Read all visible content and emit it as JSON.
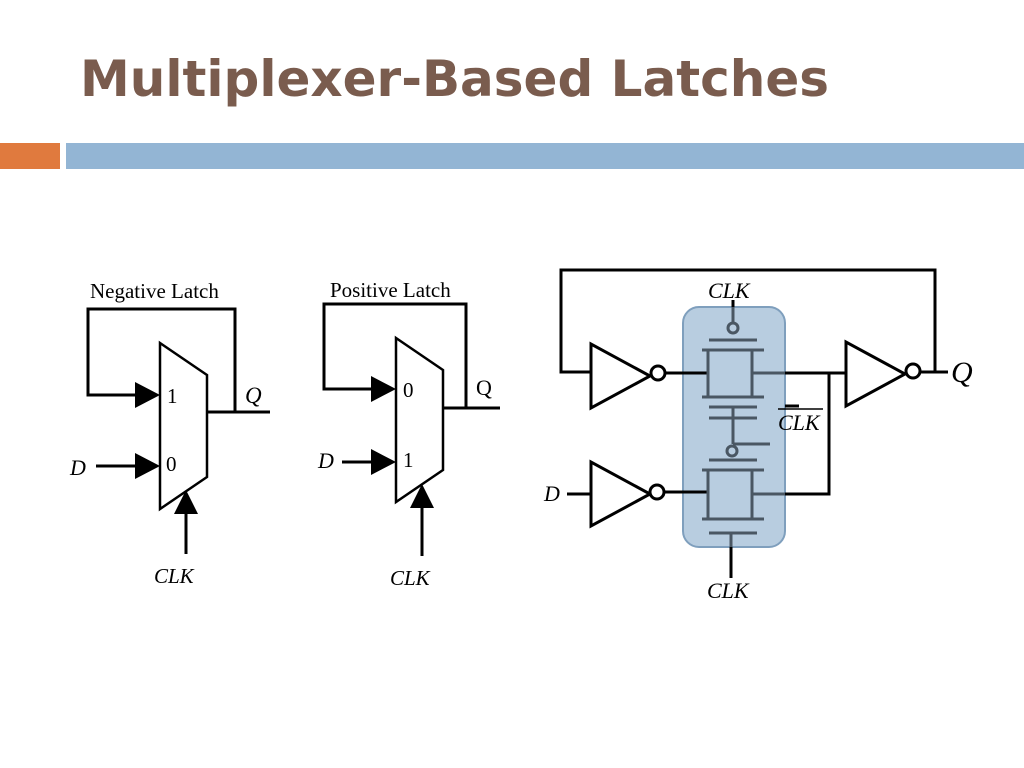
{
  "slide": {
    "title": "Multiplexer-Based Latches"
  },
  "colors": {
    "title": "#7a5c4e",
    "accent_orange": "#e07a3e",
    "accent_blue": "#93b5d4",
    "highlight_fill": "#b8cde0",
    "highlight_stroke": "#7f9fbd",
    "transistor": "#4a5763"
  },
  "negative_latch": {
    "title": "Negative Latch",
    "input_top": "1",
    "input_bottom": "0",
    "d": "D",
    "q": "Q",
    "clk": "CLK"
  },
  "positive_latch": {
    "title": "Positive Latch",
    "input_top": "0",
    "input_bottom": "1",
    "d": "D",
    "q": "Q",
    "clk": "CLK"
  },
  "transistor_circuit": {
    "clk_top": "CLK",
    "clk_bar": "CLK",
    "clk_bottom": "CLK",
    "d": "D",
    "q": "Q"
  }
}
